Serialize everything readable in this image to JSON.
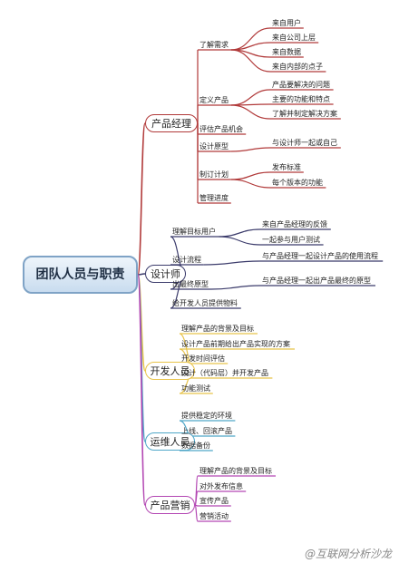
{
  "root": "团队人员与职责",
  "branches": [
    {
      "label": "产品经理",
      "color": "#b13a3a",
      "children": [
        {
          "label": "了解需求",
          "children": [
            "来自用户",
            "来自公司上层",
            "来自数据",
            "来自内部的点子"
          ]
        },
        {
          "label": "定义产品",
          "children": [
            "产品要解决的问题",
            "主要的功能和特点",
            "了解并制定解决方案"
          ]
        },
        {
          "label": "评估产品机会",
          "children": []
        },
        {
          "label": "设计原型",
          "children": [
            "与设计师一起或自己"
          ]
        },
        {
          "label": "制订计划",
          "children": [
            "发布标准",
            "每个版本的功能"
          ]
        },
        {
          "label": "管理进度",
          "children": []
        }
      ]
    },
    {
      "label": "设计师",
      "color": "#3b3b6b",
      "children": [
        {
          "label": "理解目标用户",
          "children": [
            "来自产品经理的反馈",
            "一起参与用户测试"
          ]
        },
        {
          "label": "设计流程",
          "children": [
            "与产品经理一起设计产品的使用流程"
          ]
        },
        {
          "label": "出最终原型",
          "children": [
            "与产品经理一起出产品最终的原型"
          ]
        },
        {
          "label": "给开发人员提供物料",
          "children": []
        }
      ]
    },
    {
      "label": "开发人员",
      "color": "#e8c34a",
      "children": [
        {
          "label": "理解产品的背景及目标",
          "children": []
        },
        {
          "label": "设计产品前期给出产品实现的方案",
          "children": []
        },
        {
          "label": "开发时间评估",
          "children": []
        },
        {
          "label": "设计（代码层）并开发产品",
          "children": []
        },
        {
          "label": "功能测试",
          "children": []
        }
      ]
    },
    {
      "label": "运维人员",
      "color": "#4fa6c8",
      "children": [
        {
          "label": "提供稳定的环境",
          "children": []
        },
        {
          "label": "上线、回滚产品",
          "children": []
        },
        {
          "label": "数据备份",
          "children": []
        }
      ]
    },
    {
      "label": "产品营销",
      "color": "#b347b3",
      "children": [
        {
          "label": "理解产品的背景及目标",
          "children": []
        },
        {
          "label": "对外发布信息",
          "children": []
        },
        {
          "label": "宣传产品",
          "children": []
        },
        {
          "label": "营销活动",
          "children": []
        }
      ]
    }
  ],
  "watermark": "@互联网分析沙龙"
}
